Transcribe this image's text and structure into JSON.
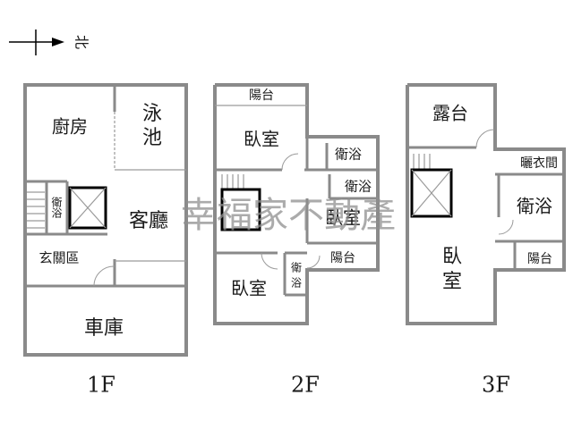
{
  "compass": {
    "label": "北"
  },
  "watermark": {
    "text": "幸福家不動產"
  },
  "floors": {
    "f1": {
      "label": "1F",
      "rooms": {
        "kitchen": "廚房",
        "pool_1": "泳",
        "pool_2": "池",
        "bath": "衛浴",
        "living": "客廳",
        "entry": "玄關區",
        "garage": "車庫"
      }
    },
    "f2": {
      "label": "2F",
      "rooms": {
        "balcony_top": "陽台",
        "bedroom_1": "臥室",
        "bath_1": "衛浴",
        "bath_2": "衛浴",
        "bedroom_2": "臥室",
        "balcony_right": "陽台",
        "bedroom_3": "臥室",
        "bath_3_1": "衛",
        "bath_3_2": "浴"
      }
    },
    "f3": {
      "label": "3F",
      "rooms": {
        "terrace": "露台",
        "drying": "曬衣間",
        "bath": "衛浴",
        "bedroom_1": "臥",
        "bedroom_2": "室",
        "balcony": "陽台"
      }
    }
  }
}
